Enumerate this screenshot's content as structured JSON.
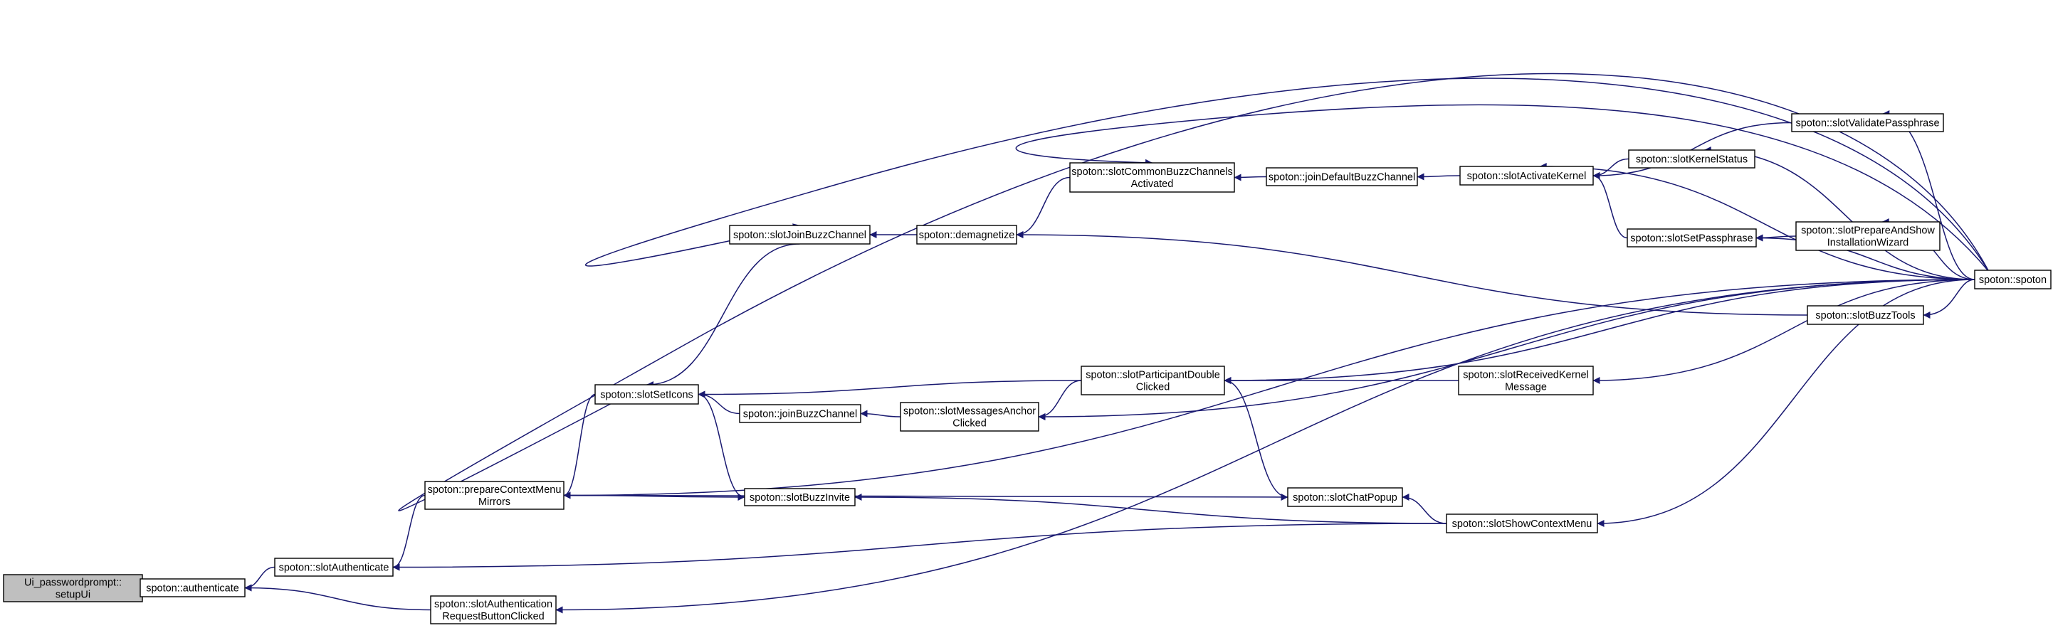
{
  "colors": {
    "edge": "#191970",
    "node_fill": "#ffffff",
    "focus_fill": "#bfbfbf",
    "node_border": "#000000"
  },
  "nodes": {
    "setupUi": {
      "lines": [
        "Ui_passwordprompt::",
        "setupUi"
      ],
      "focus": true
    },
    "authenticate": {
      "lines": [
        "spoton::authenticate"
      ]
    },
    "slotAuthenticate": {
      "lines": [
        "spoton::slotAuthenticate"
      ]
    },
    "prepareContextMenuMirrors": {
      "lines": [
        "spoton::prepareContextMenu",
        "Mirrors"
      ]
    },
    "slotAuthenticationRequestButtonClicked": {
      "lines": [
        "spoton::slotAuthentication",
        "RequestButtonClicked"
      ]
    },
    "slotSetIcons": {
      "lines": [
        "spoton::slotSetIcons"
      ]
    },
    "slotBuzzInvite": {
      "lines": [
        "spoton::slotBuzzInvite"
      ]
    },
    "slotJoinBuzzChannel": {
      "lines": [
        "spoton::slotJoinBuzzChannel"
      ]
    },
    "joinBuzzChannel": {
      "lines": [
        "spoton::joinBuzzChannel"
      ]
    },
    "demagnetize": {
      "lines": [
        "spoton::demagnetize"
      ]
    },
    "slotMessagesAnchorClicked": {
      "lines": [
        "spoton::slotMessagesAnchor",
        "Clicked"
      ]
    },
    "slotCommonBuzzChannelsActivated": {
      "lines": [
        "spoton::slotCommonBuzzChannels",
        "Activated"
      ]
    },
    "slotParticipantDoubleClicked": {
      "lines": [
        "spoton::slotParticipantDouble",
        "Clicked"
      ]
    },
    "slotChatPopup": {
      "lines": [
        "spoton::slotChatPopup"
      ]
    },
    "joinDefaultBuzzChannel": {
      "lines": [
        "spoton::joinDefaultBuzzChannel"
      ]
    },
    "slotActivateKernel": {
      "lines": [
        "spoton::slotActivateKernel"
      ]
    },
    "slotReceivedKernelMessage": {
      "lines": [
        "spoton::slotReceivedKernel",
        "Message"
      ]
    },
    "slotShowContextMenu": {
      "lines": [
        "spoton::slotShowContextMenu"
      ]
    },
    "slotKernelStatus": {
      "lines": [
        "spoton::slotKernelStatus"
      ]
    },
    "slotSetPassphrase": {
      "lines": [
        "spoton::slotSetPassphrase"
      ]
    },
    "slotValidatePassphrase": {
      "lines": [
        "spoton::slotValidatePassphrase"
      ]
    },
    "slotPrepareAndShowInstallationWizard": {
      "lines": [
        "spoton::slotPrepareAndShow",
        "InstallationWizard"
      ]
    },
    "slotBuzzTools": {
      "lines": [
        "spoton::slotBuzzTools"
      ]
    },
    "spoton": {
      "lines": [
        "spoton::spoton"
      ]
    }
  },
  "edges": [
    [
      "authenticate",
      "setupUi"
    ],
    [
      "slotAuthenticate",
      "authenticate"
    ],
    [
      "slotAuthenticationRequestButtonClicked",
      "authenticate"
    ],
    [
      "prepareContextMenuMirrors",
      "slotAuthenticate"
    ],
    [
      "slotShowContextMenu",
      "slotAuthenticate"
    ],
    [
      "spoton",
      "slotAuthenticationRequestButtonClicked"
    ],
    [
      "slotSetIcons",
      "prepareContextMenuMirrors"
    ],
    [
      "spoton",
      "prepareContextMenuMirrors"
    ],
    [
      "prepareContextMenuMirrors",
      "slotBuzzInvite"
    ],
    [
      "prepareContextMenuMirrors",
      "slotChatPopup"
    ],
    [
      "slotJoinBuzzChannel",
      "slotSetIcons"
    ],
    [
      "spoton",
      "slotSetIcons"
    ],
    [
      "slotBuzzInvite",
      "slotSetIcons"
    ],
    [
      "joinBuzzChannel",
      "slotSetIcons"
    ],
    [
      "slotParticipantDoubleClicked",
      "slotSetIcons"
    ],
    [
      "slotShowContextMenu",
      "slotBuzzInvite"
    ],
    [
      "demagnetize",
      "slotJoinBuzzChannel"
    ],
    [
      "spoton",
      "slotJoinBuzzChannel"
    ],
    [
      "slotMessagesAnchorClicked",
      "joinBuzzChannel"
    ],
    [
      "slotCommonBuzzChannelsActivated",
      "demagnetize"
    ],
    [
      "slotBuzzTools",
      "demagnetize"
    ],
    [
      "slotParticipantDoubleClicked",
      "slotMessagesAnchorClicked"
    ],
    [
      "spoton",
      "slotMessagesAnchorClicked"
    ],
    [
      "joinDefaultBuzzChannel",
      "slotCommonBuzzChannelsActivated"
    ],
    [
      "spoton",
      "slotCommonBuzzChannelsActivated"
    ],
    [
      "slotReceivedKernelMessage",
      "slotParticipantDoubleClicked"
    ],
    [
      "spoton",
      "slotParticipantDoubleClicked"
    ],
    [
      "slotChatPopup",
      "slotParticipantDoubleClicked"
    ],
    [
      "slotShowContextMenu",
      "slotChatPopup"
    ],
    [
      "slotActivateKernel",
      "joinDefaultBuzzChannel"
    ],
    [
      "slotKernelStatus",
      "slotActivateKernel"
    ],
    [
      "slotSetPassphrase",
      "slotActivateKernel"
    ],
    [
      "slotValidatePassphrase",
      "slotActivateKernel"
    ],
    [
      "spoton",
      "slotActivateKernel"
    ],
    [
      "spoton",
      "slotReceivedKernelMessage"
    ],
    [
      "spoton",
      "slotShowContextMenu"
    ],
    [
      "spoton",
      "slotKernelStatus"
    ],
    [
      "slotPrepareAndShowInstallationWizard",
      "slotSetPassphrase"
    ],
    [
      "spoton",
      "slotSetPassphrase"
    ],
    [
      "spoton",
      "slotValidatePassphrase"
    ],
    [
      "spoton",
      "slotPrepareAndShowInstallationWizard"
    ],
    [
      "spoton",
      "slotBuzzTools"
    ]
  ]
}
